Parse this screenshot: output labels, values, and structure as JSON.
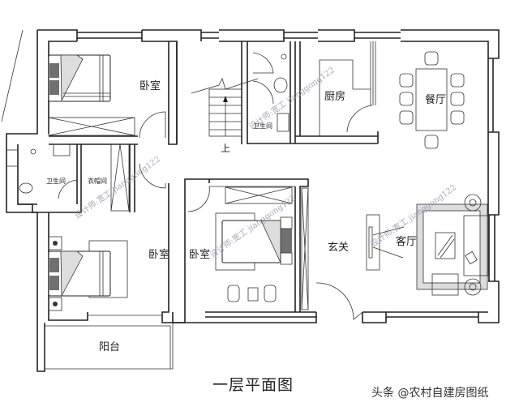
{
  "plan": {
    "title": "一层平面图",
    "credit": "头条 @农村自建房图纸",
    "watermark": "设计师:宽工 jianggong122",
    "stair_label": "上",
    "rooms": {
      "bedroom_nw": "卧室",
      "bedroom_sw": "卧室",
      "bedroom_center": "卧室",
      "bathroom_w": "卫生间",
      "bathroom_n": "卫生间",
      "closet": "衣帽间",
      "kitchen": "厨房",
      "dining": "餐厅",
      "foyer": "玄关",
      "living": "客厅",
      "balcony": "阳台"
    }
  }
}
